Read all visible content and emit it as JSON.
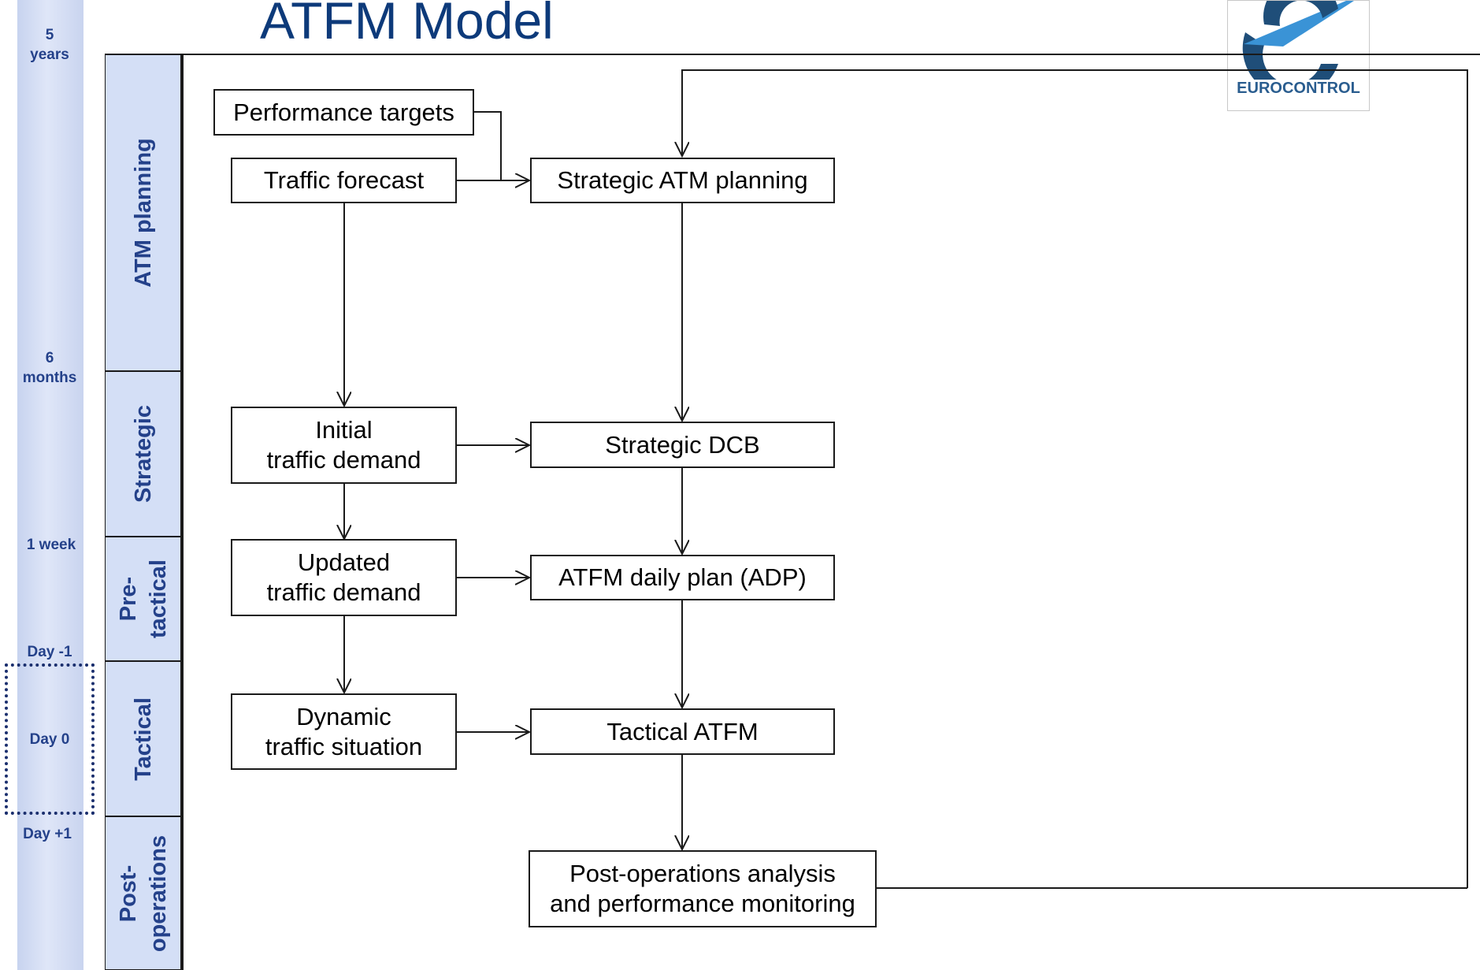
{
  "title": "ATFM Model",
  "logo": {
    "text": "EUROCONTROL"
  },
  "timeline": {
    "marks": [
      "5\nyears",
      "6\nmonths",
      "1 week",
      "Day -1",
      "Day 0",
      "Day +1"
    ]
  },
  "phases": [
    "ATM planning",
    "Strategic",
    "Pre-\ntactical",
    "Tactical",
    "Post-\noperations"
  ],
  "boxes": {
    "performance_targets": "Performance targets",
    "traffic_forecast": "Traffic forecast",
    "strategic_atm_planning": "Strategic ATM planning",
    "initial_traffic_demand": "Initial\ntraffic demand",
    "strategic_dcb": "Strategic DCB",
    "updated_traffic_demand": "Updated\ntraffic demand",
    "atfm_daily_plan": "ATFM daily plan (ADP)",
    "dynamic_traffic_situation": "Dynamic\ntraffic situation",
    "tactical_atfm": "Tactical ATFM",
    "post_operations": "Post-operations analysis\nand performance monitoring"
  },
  "colors": {
    "title": "#0d3a7a",
    "phase_fill": "#d4dff6",
    "phase_text": "#24418a",
    "logo_dark": "#1f4e79",
    "logo_light": "#3a93d6"
  }
}
